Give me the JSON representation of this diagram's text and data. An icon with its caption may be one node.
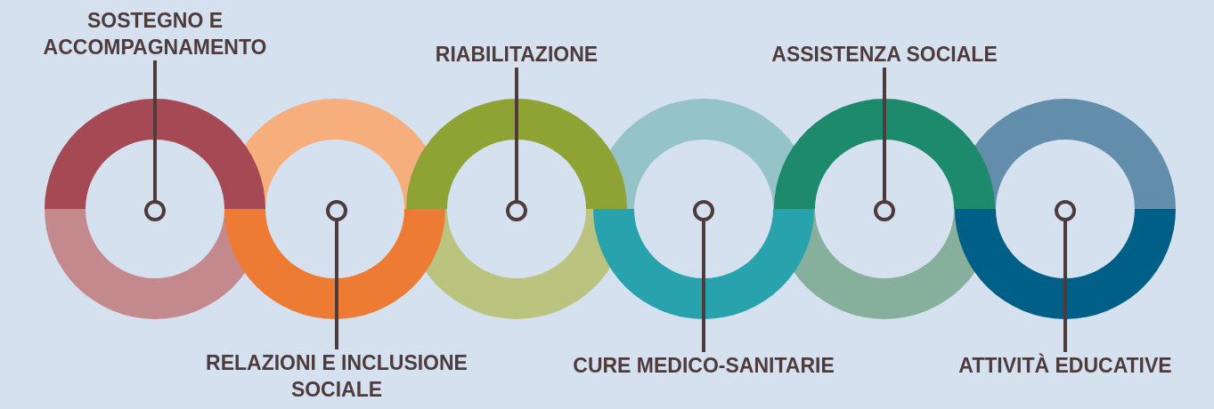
{
  "diagram": {
    "nodes": [
      {
        "text": [
          "SOSTEGNO E ACCOMPAGNAMENTO"
        ]
      },
      {
        "text": [],
        "shape": "circle"
      },
      {
        "text": [
          "RELAZIONI E INCLUSIONE SOCIALE"
        ]
      },
      {
        "text": [],
        "shape": "circle"
      },
      {
        "text": [
          "RIABILITAZIONE"
        ]
      },
      {
        "text": [],
        "shape": "circle"
      },
      {
        "text": [
          "CURE MEDICO-SANITARIE"
        ]
      },
      {
        "text": [],
        "shape": "circle"
      },
      {
        "text": [
          "ASSISTENZA SOCIALE"
        ]
      },
      {
        "text": [],
        "shape": "circle"
      },
      {
        "text": [
          "ATTIVITÀ EDUCATIVE"
        ]
      },
      {
        "text": [],
        "shape": "circle"
      }
    ],
    "edges": [
      {
        "from": 0,
        "to": 1,
        "arrow": "none"
      },
      {
        "from": 2,
        "to": 3,
        "arrow": "none"
      },
      {
        "from": 4,
        "to": 5,
        "arrow": "none"
      },
      {
        "from": 6,
        "to": 7,
        "arrow": "none"
      },
      {
        "from": 8,
        "to": 9,
        "arrow": "none"
      },
      {
        "from": 10,
        "to": 11,
        "arrow": "none"
      }
    ]
  }
}
